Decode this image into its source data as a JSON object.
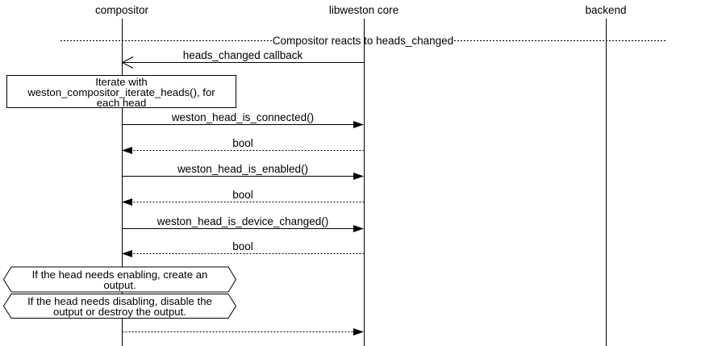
{
  "diagram": {
    "type": "sequence-diagram",
    "title": "Compositor reacts to heads_changed",
    "actors": [
      {
        "name": "compositor"
      },
      {
        "name": "libweston core"
      },
      {
        "name": "backend"
      }
    ],
    "note": {
      "lines": [
        "Iterate with",
        "weston_compositor_iterate_heads(), for",
        "each head"
      ]
    },
    "messages": [
      {
        "label": "heads_changed callback",
        "from": "libweston core",
        "to": "compositor",
        "line": "solid",
        "arrowhead": "open"
      },
      {
        "label": "weston_head_is_connected()",
        "from": "compositor",
        "to": "libweston core",
        "line": "solid",
        "arrowhead": "filled"
      },
      {
        "label": "bool",
        "from": "libweston core",
        "to": "compositor",
        "line": "dotted",
        "arrowhead": "filled"
      },
      {
        "label": "weston_head_is_enabled()",
        "from": "compositor",
        "to": "libweston core",
        "line": "solid",
        "arrowhead": "filled"
      },
      {
        "label": "bool",
        "from": "libweston core",
        "to": "compositor",
        "line": "dotted",
        "arrowhead": "filled"
      },
      {
        "label": "weston_head_is_device_changed()",
        "from": "compositor",
        "to": "libweston core",
        "line": "solid",
        "arrowhead": "filled"
      },
      {
        "label": "bool",
        "from": "libweston core",
        "to": "compositor",
        "line": "dotted",
        "arrowhead": "filled"
      },
      {
        "label": "",
        "from": "compositor",
        "to": "libweston core",
        "line": "dotted",
        "arrowhead": "filled"
      }
    ],
    "conditions": [
      {
        "lines": [
          "If the head needs enabling, create an",
          "output."
        ]
      },
      {
        "lines": [
          "If the head needs disabling, disable the",
          "output or destroy the output."
        ]
      }
    ],
    "colors": {
      "stroke": "#000000",
      "background": "#ffffff"
    }
  }
}
